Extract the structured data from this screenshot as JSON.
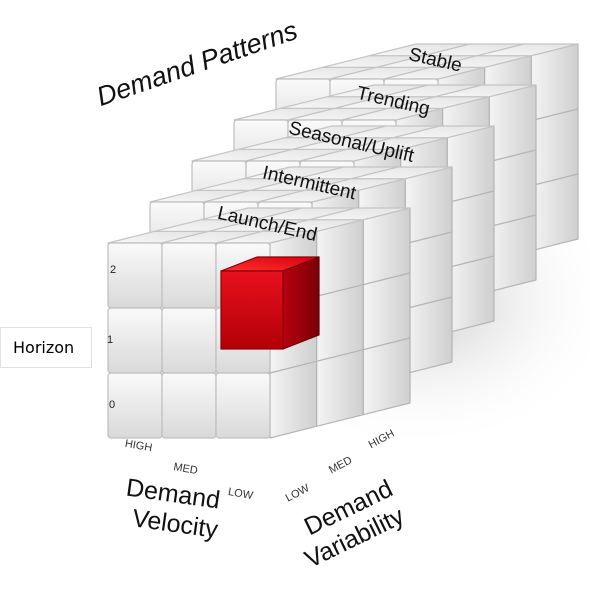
{
  "title": "Demand Patterns",
  "pattern_layers": [
    "Launch/End",
    "Intermittent",
    "Seasonal/Uplift",
    "Trending",
    "Stable"
  ],
  "horizon": {
    "label": "Horizon",
    "ticks": [
      "2",
      "1",
      "0"
    ]
  },
  "velocity": {
    "label_line1": "Demand",
    "label_line2": "Velocity",
    "ticks": [
      "HIGH",
      "MED",
      "LOW"
    ]
  },
  "variability": {
    "label_line1": "Demand",
    "label_line2": "Variability",
    "ticks": [
      "LOW",
      "MED",
      "HIGH"
    ]
  },
  "highlight_color": "#d0000f",
  "cube_color": "#f2f2f2"
}
